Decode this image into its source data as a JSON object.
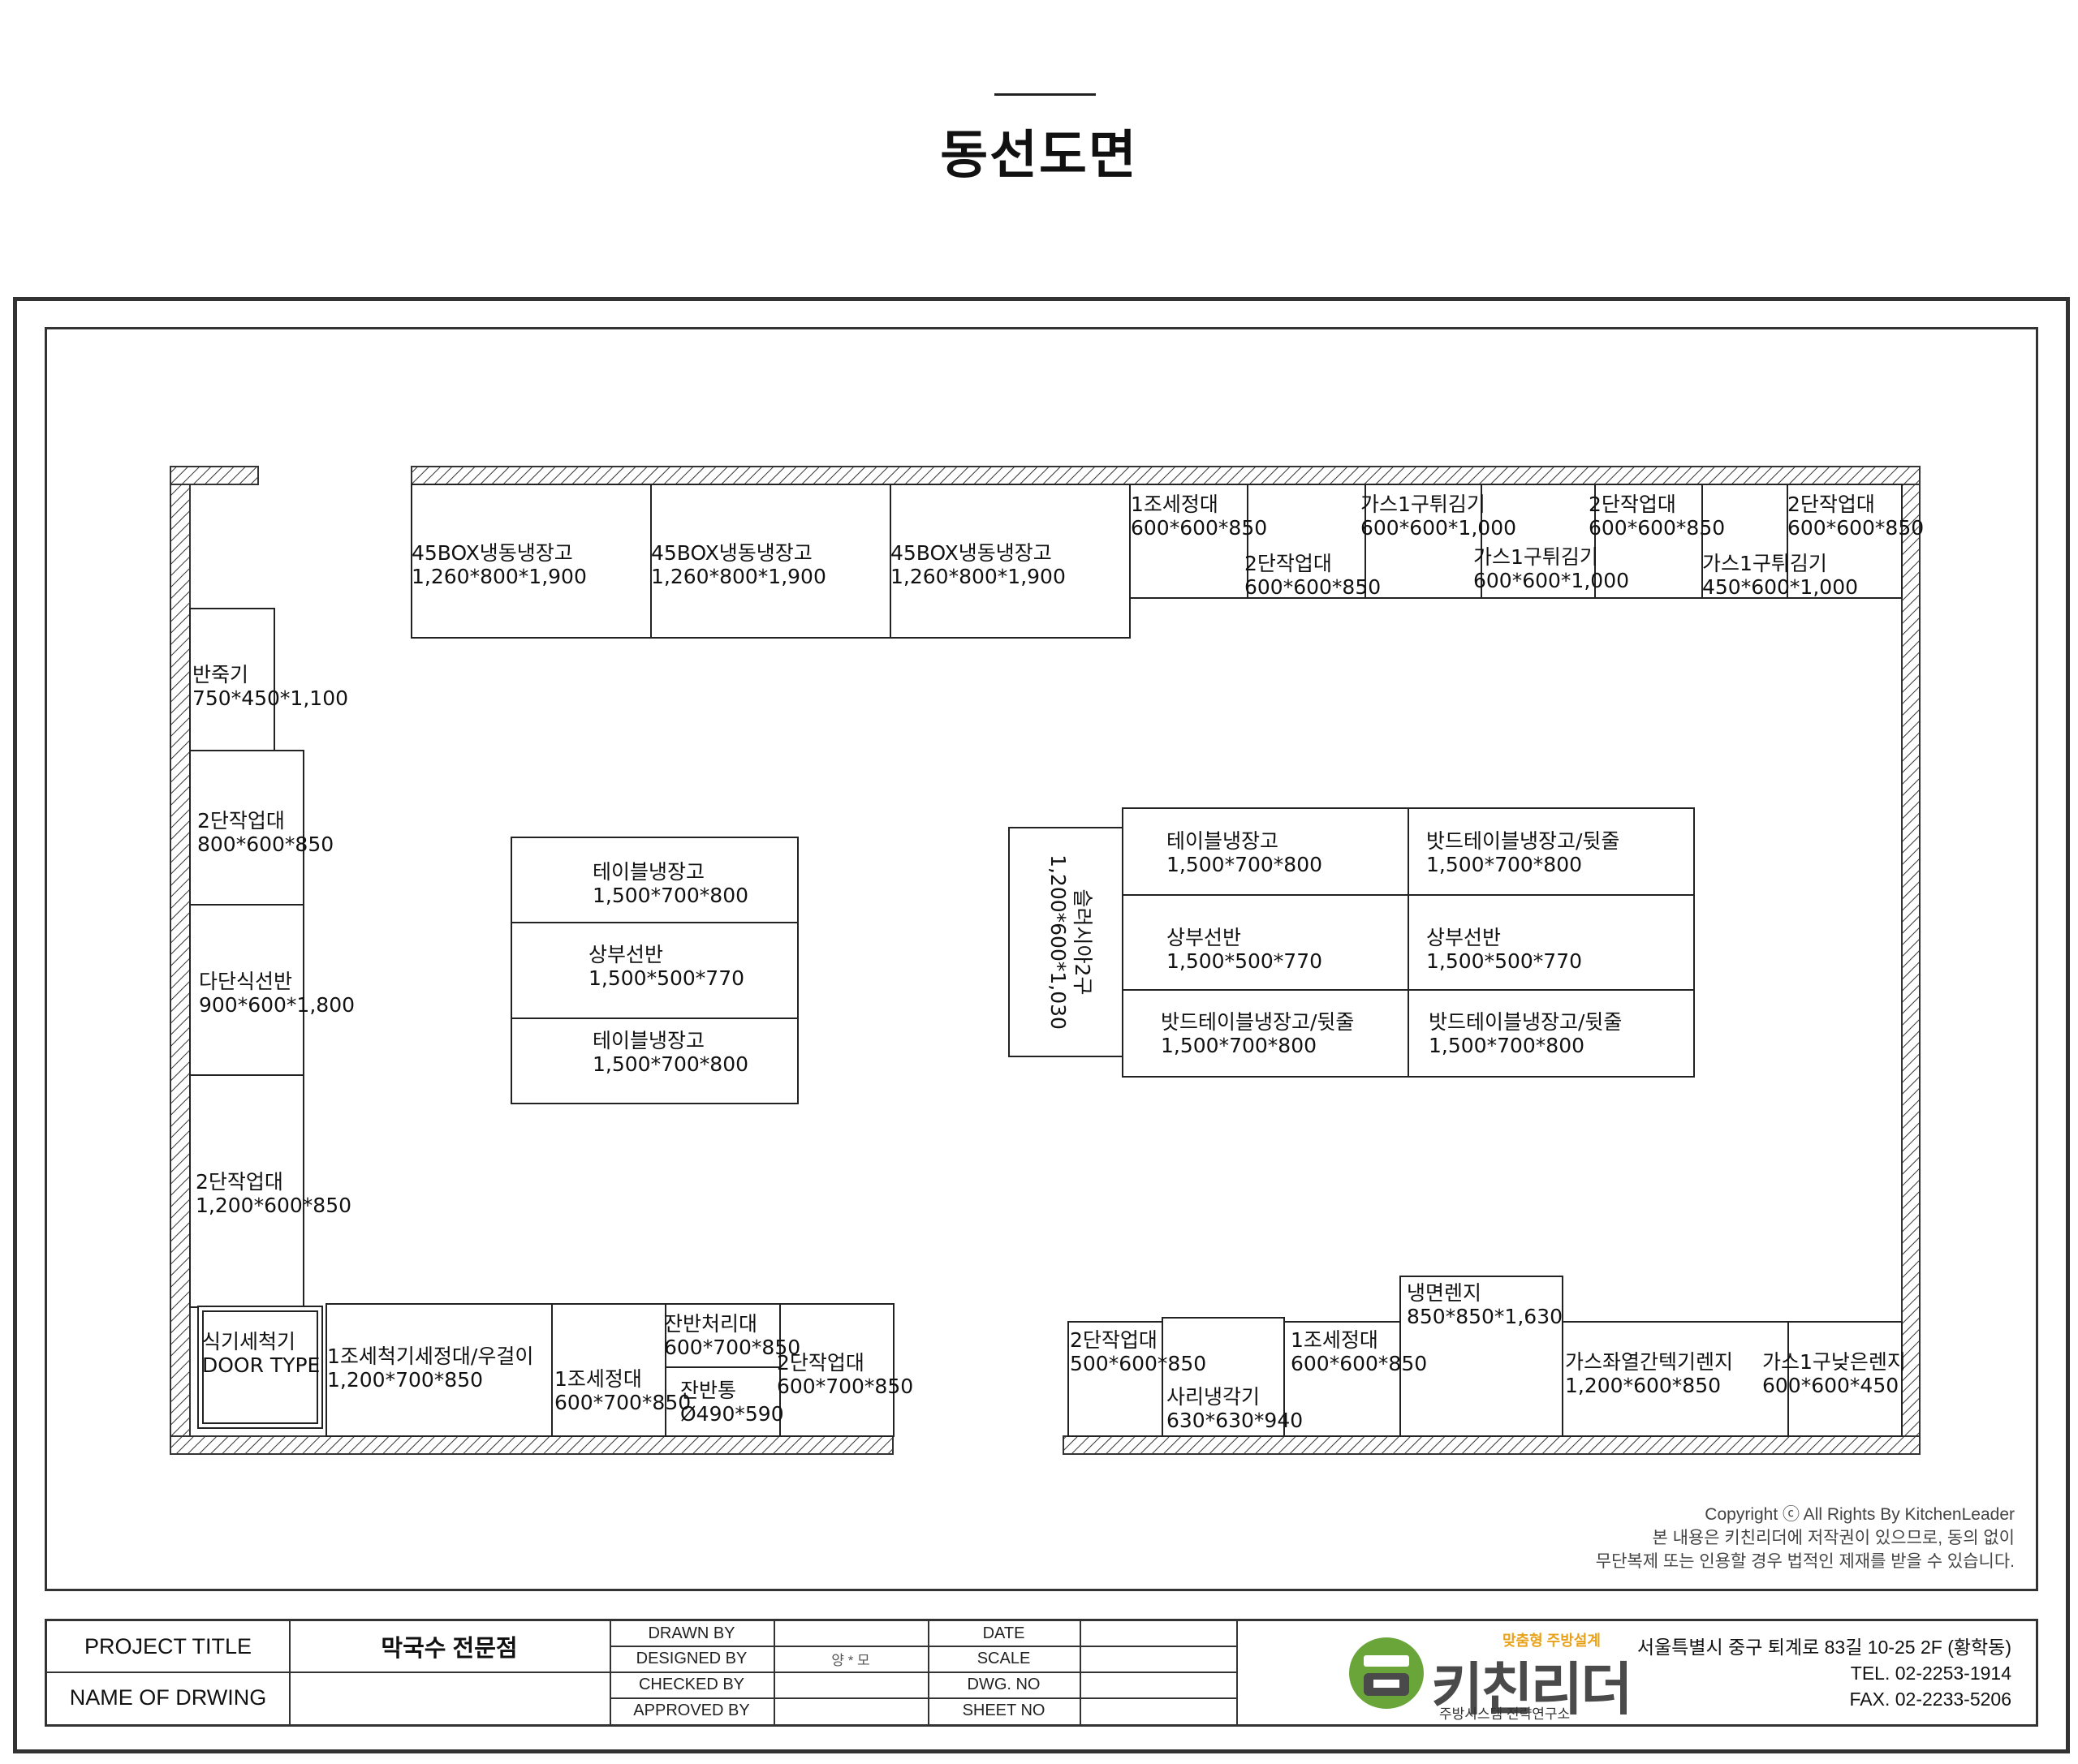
{
  "page_title": "동선도면",
  "equipment": [
    {
      "name": "45BOX냉동냉장고",
      "size": "1,260*800*1,900"
    },
    {
      "name": "45BOX냉동냉장고",
      "size": "1,260*800*1,900"
    },
    {
      "name": "45BOX냉동냉장고",
      "size": "1,260*800*1,900"
    },
    {
      "name": "1조세정대",
      "size": "600*600*850"
    },
    {
      "name": "2단작업대",
      "size": "600*600*850"
    },
    {
      "name": "가스1구튀김기",
      "size": "600*600*1,000"
    },
    {
      "name": "가스1구튀김기",
      "size": "600*600*1,000"
    },
    {
      "name": "2단작업대",
      "size": "600*600*850"
    },
    {
      "name": "가스1구튀김기",
      "size": "450*600*1,000"
    },
    {
      "name": "2단작업대",
      "size": "600*600*850"
    },
    {
      "name": "반죽기",
      "size": "750*450*1,100"
    },
    {
      "name": "2단작업대",
      "size": "800*600*850"
    },
    {
      "name": "다단식선반",
      "size": "900*600*1,800"
    },
    {
      "name": "2단작업대",
      "size": "1,200*600*850"
    },
    {
      "name": "테이블냉장고",
      "size": "1,500*700*800"
    },
    {
      "name": "상부선반",
      "size": "1,500*500*770"
    },
    {
      "name": "테이블냉장고",
      "size": "1,500*700*800"
    },
    {
      "name": "슬러시아2구",
      "size": "1,200*600*1,030"
    },
    {
      "name": "테이블냉장고",
      "size": "1,500*700*800"
    },
    {
      "name": "밧드테이블냉장고/뒷줄",
      "size": "1,500*700*800"
    },
    {
      "name": "상부선반",
      "size": "1,500*500*770"
    },
    {
      "name": "상부선반",
      "size": "1,500*500*770"
    },
    {
      "name": "밧드테이블냉장고/뒷줄",
      "size": "1,500*700*800"
    },
    {
      "name": "밧드테이블냉장고/뒷줄",
      "size": "1,500*700*800"
    },
    {
      "name": "식기세척기",
      "size": "DOOR TYPE"
    },
    {
      "name": "1조세척기세정대/우걸이",
      "size": "1,200*700*850"
    },
    {
      "name": "1조세정대",
      "size": "600*700*850"
    },
    {
      "name": "잔반처리대",
      "size": "600*700*850"
    },
    {
      "name": "잔반통",
      "size": "Ø490*590"
    },
    {
      "name": "2단작업대",
      "size": "600*700*850"
    },
    {
      "name": "2단작업대",
      "size": "500*600*850"
    },
    {
      "name": "사리냉각기",
      "size": "630*630*940"
    },
    {
      "name": "1조세정대",
      "size": "600*600*850"
    },
    {
      "name": "냉면렌지",
      "size": "850*850*1,630"
    },
    {
      "name": "가스좌열간텍기렌지",
      "size": "1,200*600*850"
    },
    {
      "name": "가스1구낮은렌지",
      "size": "600*600*450"
    }
  ],
  "copyright": {
    "line1": "Copyright ⓒ All Rights By KitchenLeader",
    "line2": "본 내용은 키친리더에 저작권이 있으므로, 동의 없이",
    "line3": "무단복제 또는 인용할 경우 법적인 제재를 받을 수 있습니다."
  },
  "title_block": {
    "project_title_label": "PROJECT TITLE",
    "project_title_value": "막국수 전문점",
    "drawing_name_label": "NAME OF DRWING",
    "drawing_name_value": "",
    "drawn_by_label": "DRAWN BY",
    "designed_by_label": "DESIGNED BY",
    "checked_by_label": "CHECKED BY",
    "approved_by_label": "APPROVED BY",
    "drawn_by_value": "",
    "designed_by_value": "양 * 모",
    "checked_by_value": "",
    "approved_by_value": "",
    "date_label": "DATE",
    "scale_label": "SCALE",
    "dwg_no_label": "DWG. NO",
    "sheet_no_label": "SHEET NO",
    "date_value": "",
    "scale_value": "",
    "dwg_no_value": "",
    "sheet_no_value": ""
  },
  "company": {
    "tagline": "맞춤형 주방설계",
    "name": "키친리더",
    "subtitle": "주방시스템 전략연구소",
    "address": "서울특별시 중구 퇴계로 83길 10-25 2F (황학동)",
    "tel": "TEL. 02-2253-1914",
    "fax": "FAX. 02-2233-5206",
    "colors": {
      "green": "#6aa53a",
      "gray": "#4a4a4a",
      "orange": "#e8a21a"
    }
  }
}
